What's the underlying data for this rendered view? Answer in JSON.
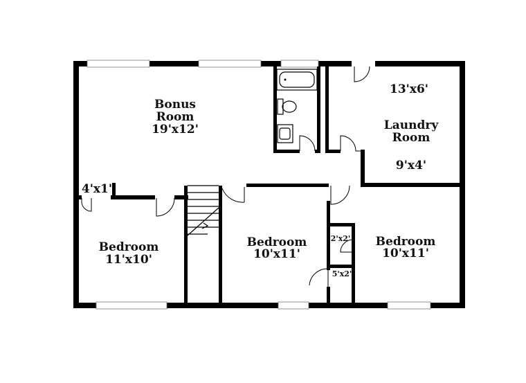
{
  "rooms": {
    "bonus": {
      "name_line1": "Bonus",
      "name_line2": "Room",
      "size": "19'x12'"
    },
    "closet_bonus": {
      "size": "4'x1'"
    },
    "laundry_storage": {
      "size": "13'x6'"
    },
    "laundry": {
      "name_line1": "Laundry",
      "name_line2": "Room",
      "size": "9'x4'"
    },
    "bedroom_left": {
      "name": "Bedroom",
      "size": "11'x10'"
    },
    "bedroom_middle": {
      "name": "Bedroom",
      "size": "10'x11'"
    },
    "closet_upper": {
      "size": "2'x2'"
    },
    "closet_lower": {
      "size": "5'x2'"
    },
    "bedroom_right": {
      "name": "Bedroom",
      "size": "10'x11'"
    }
  }
}
